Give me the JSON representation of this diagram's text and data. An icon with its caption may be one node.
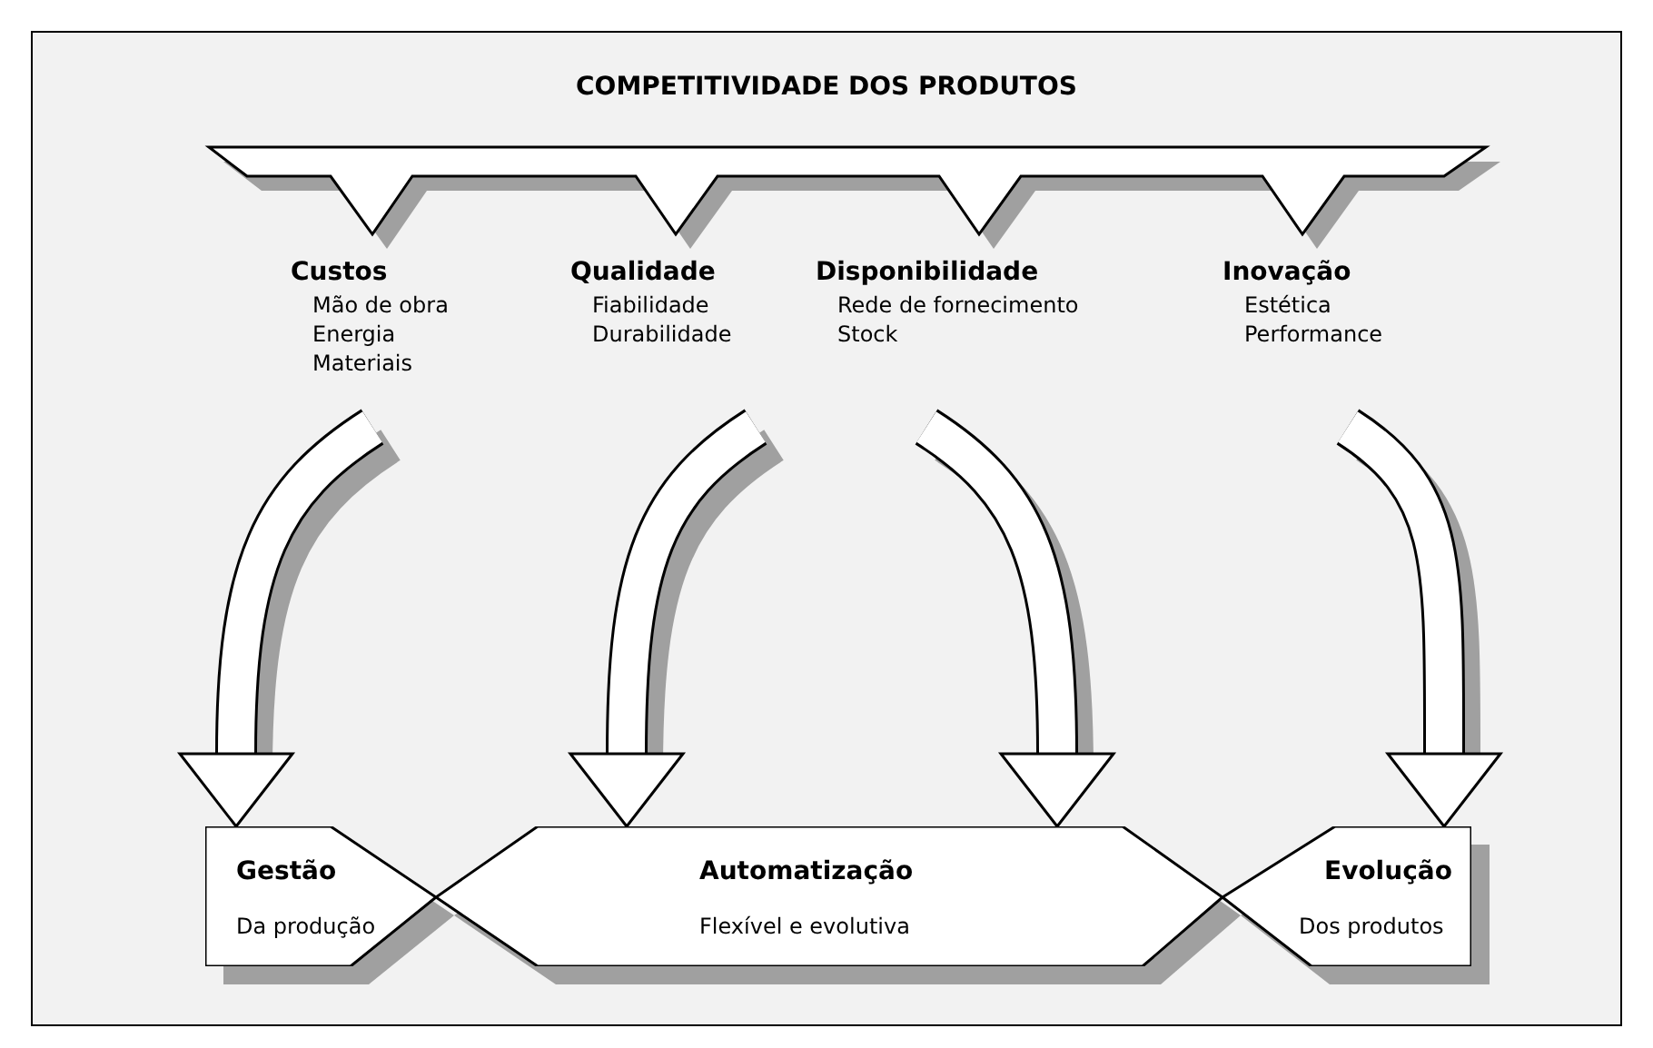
{
  "diagram": {
    "title": "COMPETITIVIDADE DOS PRODUTOS",
    "nodes": [
      {
        "text": [
          "Custos",
          "Mão de obra",
          "Energia",
          "Materiais"
        ]
      },
      {
        "text": [
          "Qualidade",
          "Fiabilidade",
          "Durabilidade"
        ]
      },
      {
        "text": [
          "Disponibilidade",
          "Rede de fornecimento",
          "Stock"
        ]
      },
      {
        "text": [
          "Inovação",
          "Estética",
          "Performance"
        ]
      },
      {
        "text": [
          "Gestão",
          "Da produção"
        ]
      },
      {
        "text": [
          "Automatização",
          "Flexível e evolutiva"
        ]
      },
      {
        "text": [
          "Evolução",
          "Dos produtos"
        ]
      }
    ],
    "edges": [
      {
        "from": 0,
        "to": 4,
        "arrow": "to"
      },
      {
        "from": 1,
        "to": 5,
        "arrow": "to"
      },
      {
        "from": 2,
        "to": 5,
        "arrow": "to"
      },
      {
        "from": 3,
        "to": 6,
        "arrow": "to"
      }
    ]
  }
}
